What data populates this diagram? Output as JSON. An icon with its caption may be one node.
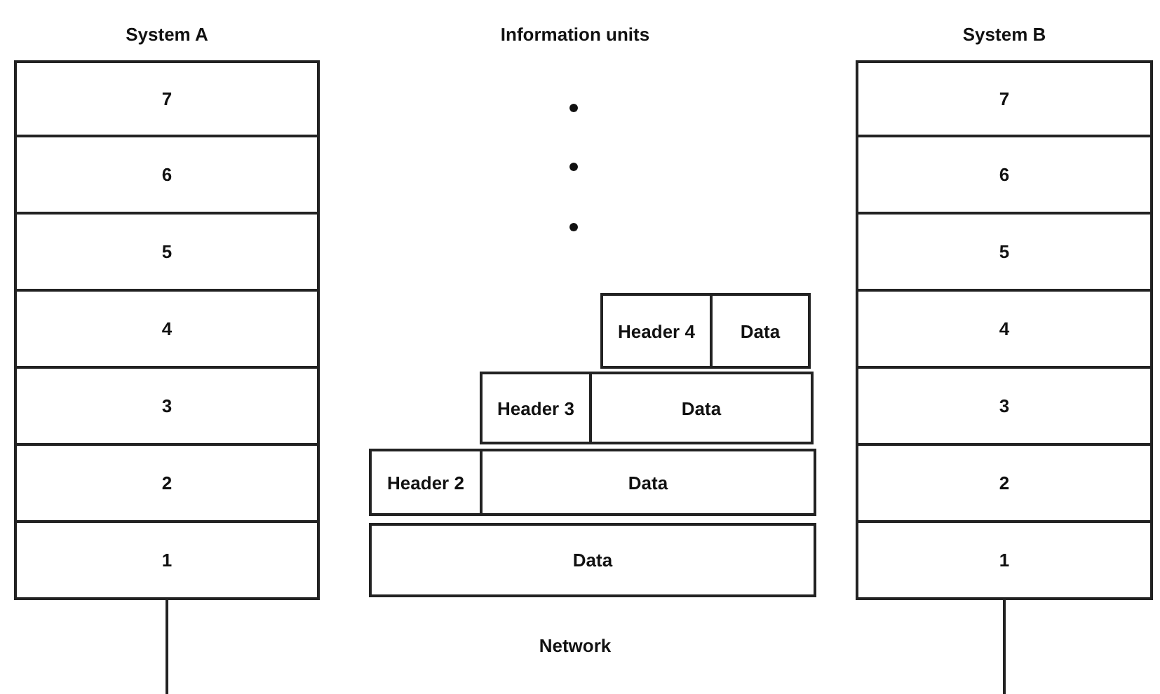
{
  "diagram": {
    "nodes": [
      {
        "text": [
          "System A"
        ]
      },
      {
        "text": [
          "7"
        ],
        "in": 0
      },
      {
        "text": [
          "6"
        ],
        "in": 0
      },
      {
        "text": [
          "5"
        ],
        "in": 0
      },
      {
        "text": [
          "4"
        ],
        "in": 0
      },
      {
        "text": [
          "3"
        ],
        "in": 0
      },
      {
        "text": [
          "2"
        ],
        "in": 0
      },
      {
        "text": [
          "1"
        ],
        "in": 0
      },
      {
        "text": [
          "Header 4"
        ]
      },
      {
        "text": [
          "Data"
        ]
      },
      {
        "text": [
          "Header 3"
        ]
      },
      {
        "text": [
          "Data"
        ]
      },
      {
        "text": [
          "Header 2"
        ]
      },
      {
        "text": [
          "Data"
        ]
      },
      {
        "text": [
          "Data"
        ]
      },
      {
        "text": [
          "System B"
        ]
      },
      {
        "text": [
          "7"
        ],
        "in": 15
      },
      {
        "text": [
          "6"
        ],
        "in": 15
      },
      {
        "text": [
          "5"
        ],
        "in": 15
      },
      {
        "text": [
          "4"
        ],
        "in": 15
      },
      {
        "text": [
          "3"
        ],
        "in": 15
      },
      {
        "text": [
          "2"
        ],
        "in": 15
      },
      {
        "text": [
          "1"
        ],
        "in": 15
      }
    ],
    "edges": [
      {
        "from": 7,
        "to": null,
        "arrow": "none"
      },
      {
        "from": 22,
        "to": null,
        "arrow": "none"
      }
    ],
    "labels": [
      "Information units",
      "Network"
    ]
  }
}
